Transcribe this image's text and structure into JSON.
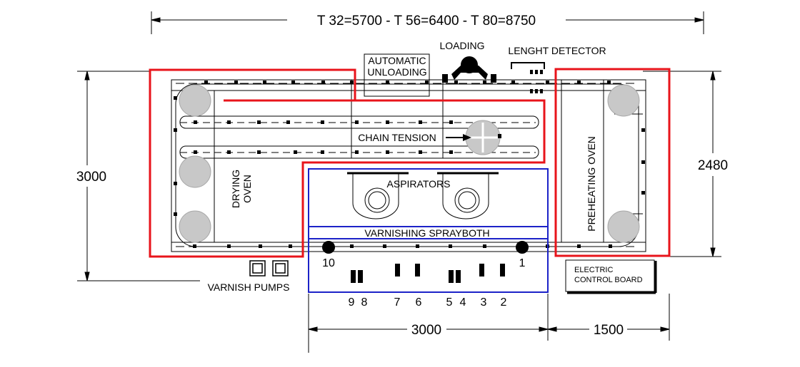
{
  "dimensions": {
    "top": "T 32=5700 - T 56=6400 - T 80=8750",
    "left": "3000",
    "right": "2480",
    "bottom_left": "3000",
    "bottom_right": "1500"
  },
  "labels": {
    "automatic_unloading_line1": "AUTOMATIC",
    "automatic_unloading_line2": "UNLOADING",
    "loading": "LOADING",
    "length_detector": "LENGHT DETECTOR",
    "chain_tension": "CHAIN TENSION",
    "drying_oven_line1": "DRYING",
    "drying_oven_line2": "OVEN",
    "preheating_oven": "PREHEATING OVEN",
    "aspirators": "ASPIRATORS",
    "varnishing_spraybooth": "VARNISHING SPRAYBOTH",
    "varnish_pumps": "VARNISH PUMPS",
    "electric_line1": "ELECTRIC",
    "electric_line2": "CONTROL BOARD"
  },
  "gun_numbers": {
    "n10": "10",
    "n1": "1",
    "n9": "9",
    "n8": "8",
    "n7": "7",
    "n6": "6",
    "n5": "5",
    "n4": "4",
    "n3": "3",
    "n2": "2"
  },
  "colors": {
    "oven_outline": "#e8141b",
    "booth_outline": "#1c22c8",
    "wheel_fill": "#c8c8c8",
    "line": "#000000"
  }
}
